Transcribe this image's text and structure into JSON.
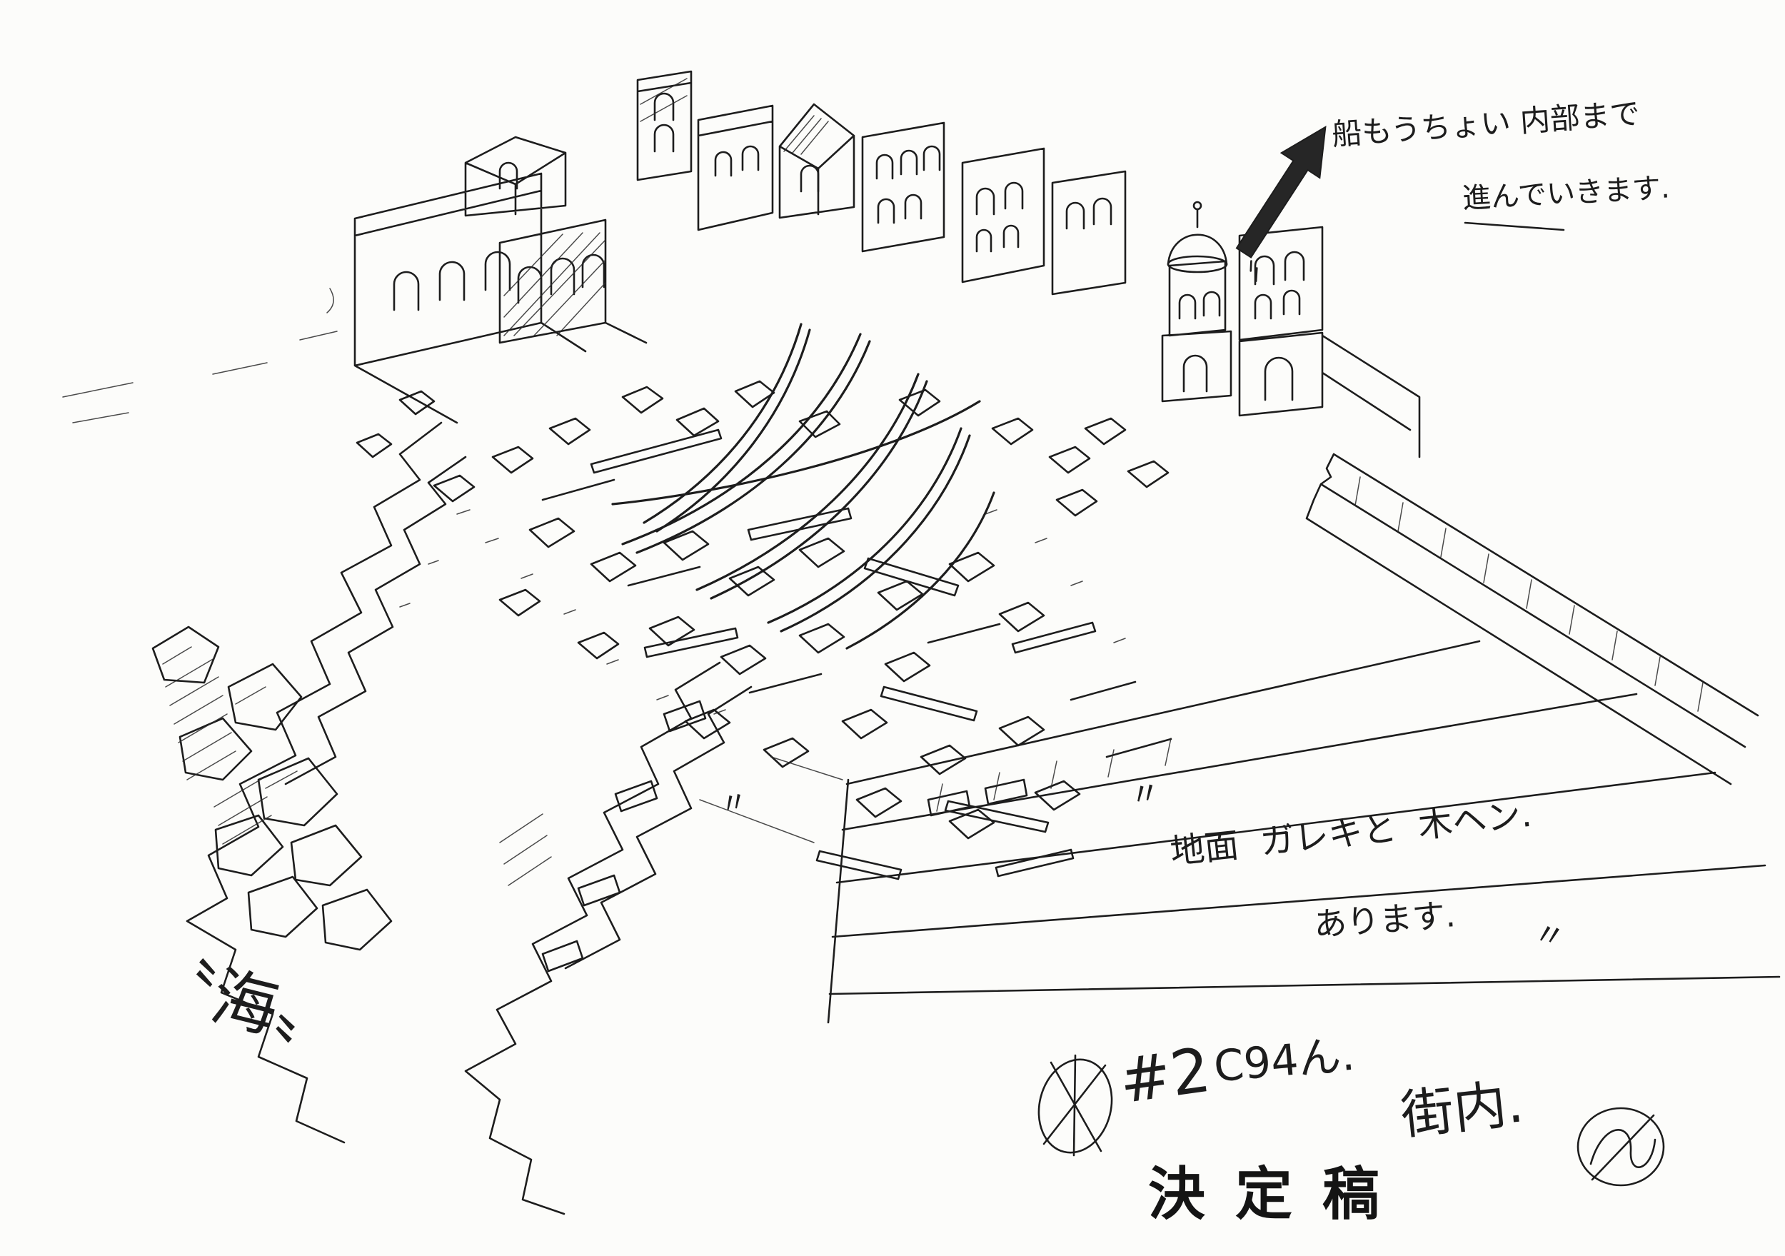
{
  "page": {
    "background": "#fcfcfa",
    "ink": "#1d1d1d"
  },
  "annotations": {
    "ship_note": {
      "line1": "船もうちょい 内部まで",
      "line2": "進んでいきます."
    },
    "stray_quote": "〃",
    "ground_note": {
      "open_quote": "〃",
      "line1": "地面  ガレキと  木ヘン.",
      "line2": "あります.",
      "close_quote": "〃"
    },
    "sea_label": "〝海〟",
    "production_marks": {
      "episode": "#2",
      "cut_number": "C94ん.",
      "location": "街内.",
      "final_draft": "決定稿"
    }
  },
  "icons": {
    "arrow": "direction-arrow",
    "cut_mark": "crossed-circle-mark",
    "signature": "artist-signature-circle"
  }
}
